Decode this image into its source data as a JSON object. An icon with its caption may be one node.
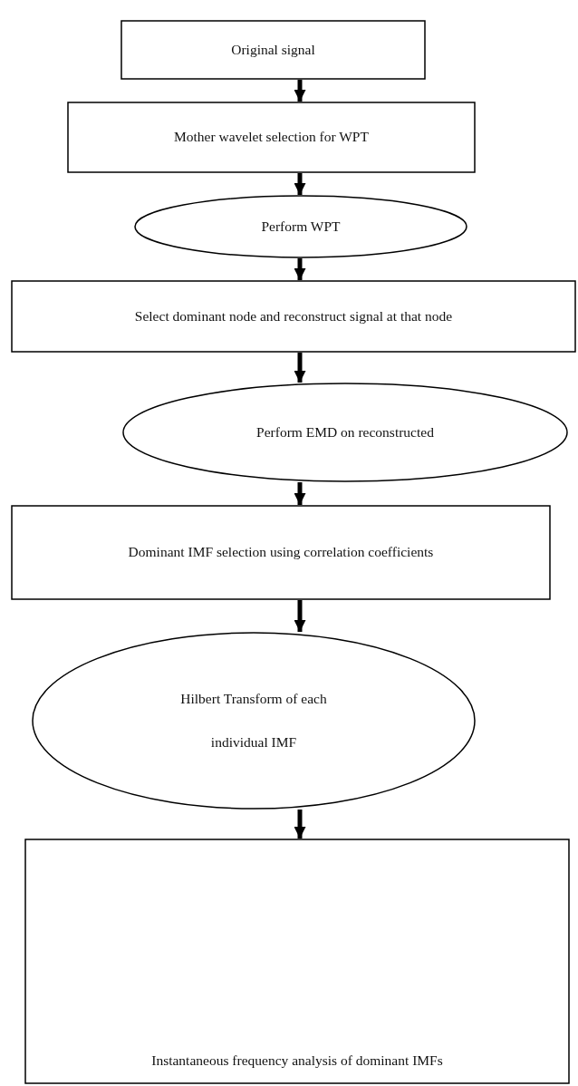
{
  "diagram": {
    "nodes": [
      {
        "text": [
          "Original signal"
        ]
      },
      {
        "text": [
          "Mother wavelet selection for WPT"
        ]
      },
      {
        "text": [
          "Perform WPT"
        ]
      },
      {
        "text": [
          "Select dominant node and reconstruct signal at that node"
        ]
      },
      {
        "text": [
          "Perform EMD on reconstructed"
        ]
      },
      {
        "text": [
          "Dominant IMF selection using correlation coefficients"
        ]
      },
      {
        "text": [
          "Hilbert Transform of each individual IMF"
        ]
      },
      {
        "text": [
          "Instantaneous frequency analysis of dominant IMFs"
        ]
      }
    ],
    "edges": [
      {
        "from": 0,
        "to": 1,
        "arrow": "to"
      },
      {
        "from": 1,
        "to": 2,
        "arrow": "to"
      },
      {
        "from": 2,
        "to": 3,
        "arrow": "to"
      },
      {
        "from": 3,
        "to": 4,
        "arrow": "to"
      },
      {
        "from": 4,
        "to": 5,
        "arrow": "to"
      },
      {
        "from": 5,
        "to": 6,
        "arrow": "to"
      },
      {
        "from": 6,
        "to": 7,
        "arrow": "to"
      }
    ]
  }
}
